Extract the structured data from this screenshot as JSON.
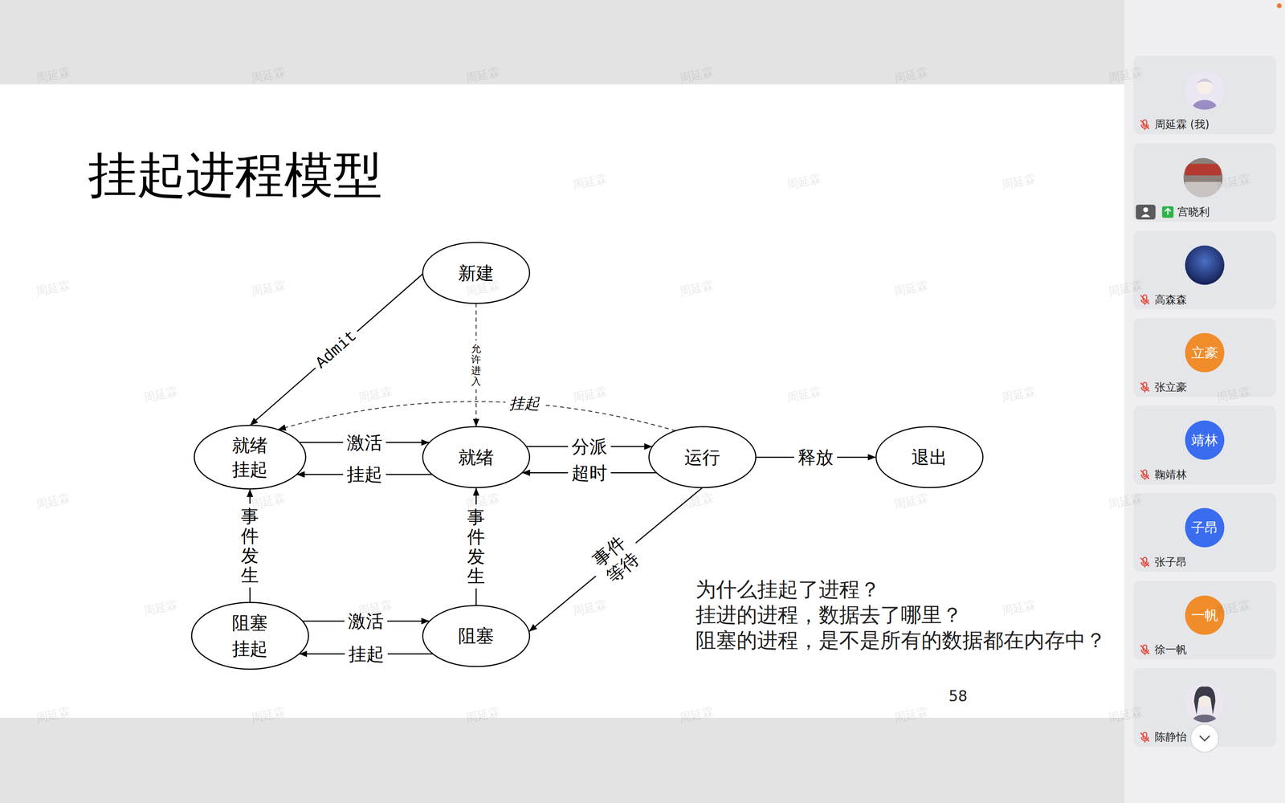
{
  "diagram": {
    "title": "挂起进程模型",
    "nodes": [
      {
        "text": [
          "新建"
        ]
      },
      {
        "text": [
          "就绪 挂起"
        ]
      },
      {
        "text": [
          "就绪"
        ]
      },
      {
        "text": [
          "运行"
        ]
      },
      {
        "text": [
          "退出"
        ]
      },
      {
        "text": [
          "阻塞 挂起"
        ]
      },
      {
        "text": [
          "阻塞"
        ]
      }
    ],
    "edges": [
      {
        "from": 0,
        "to": 1,
        "label": "Admit",
        "arrow": "to"
      },
      {
        "from": 0,
        "to": 2,
        "label": "允许进入",
        "arrow": "to"
      },
      {
        "from": 3,
        "to": 1,
        "label": "挂起",
        "arrow": "to"
      },
      {
        "from": 1,
        "to": 2,
        "label": "激活",
        "arrow": "to"
      },
      {
        "from": 2,
        "to": 1,
        "label": "挂起",
        "arrow": "to"
      },
      {
        "from": 2,
        "to": 3,
        "label": "分派",
        "arrow": "to"
      },
      {
        "from": 3,
        "to": 2,
        "label": "超时",
        "arrow": "to"
      },
      {
        "from": 3,
        "to": 4,
        "label": "释放",
        "arrow": "to"
      },
      {
        "from": 3,
        "to": 6,
        "label": "事件 等待",
        "arrow": "to"
      },
      {
        "from": 6,
        "to": 2,
        "label": "事件 发生",
        "arrow": "to"
      },
      {
        "from": 5,
        "to": 1,
        "label": "事件 发生",
        "arrow": "to"
      },
      {
        "from": 5,
        "to": 6,
        "label": "激活",
        "arrow": "to"
      },
      {
        "from": 6,
        "to": 5,
        "label": "挂起",
        "arrow": "to"
      }
    ],
    "labels": [
      "为什么挂起了进程？",
      "挂进的进程，数据去了哪里？",
      "阻塞的进程，是不是所有的数据都在内存中？",
      "58",
      "周延霖 (我)",
      "宫晓利",
      "高森森",
      "立豪",
      "张立豪",
      "靖林",
      "鞠靖林",
      "子昂",
      "张子昂",
      "一帆",
      "徐一帆",
      "陈静怡",
      "周延霖",
      "周延霖",
      "周延霖",
      "周延霖",
      "周延霖",
      "周延霖",
      "周延霖",
      "周延霖",
      "周延霖",
      "周延霖",
      "周延霖",
      "周延霖",
      "周延霖",
      "周延霖",
      "周延霖",
      "周延霖",
      "周延霖",
      "周延霖",
      "周延霖",
      "周延霖",
      "周延霖",
      "周延霖",
      "周延霖",
      "周延霖",
      "周延霖",
      "周延霖",
      "周延霖",
      "周延霖",
      "周延霖",
      "周延霖",
      "周延霖",
      "周延霖",
      "周延霖",
      "周延霖",
      "周延霖",
      "周延霖",
      "周延霖",
      "周延霖",
      "周延霖"
    ]
  }
}
